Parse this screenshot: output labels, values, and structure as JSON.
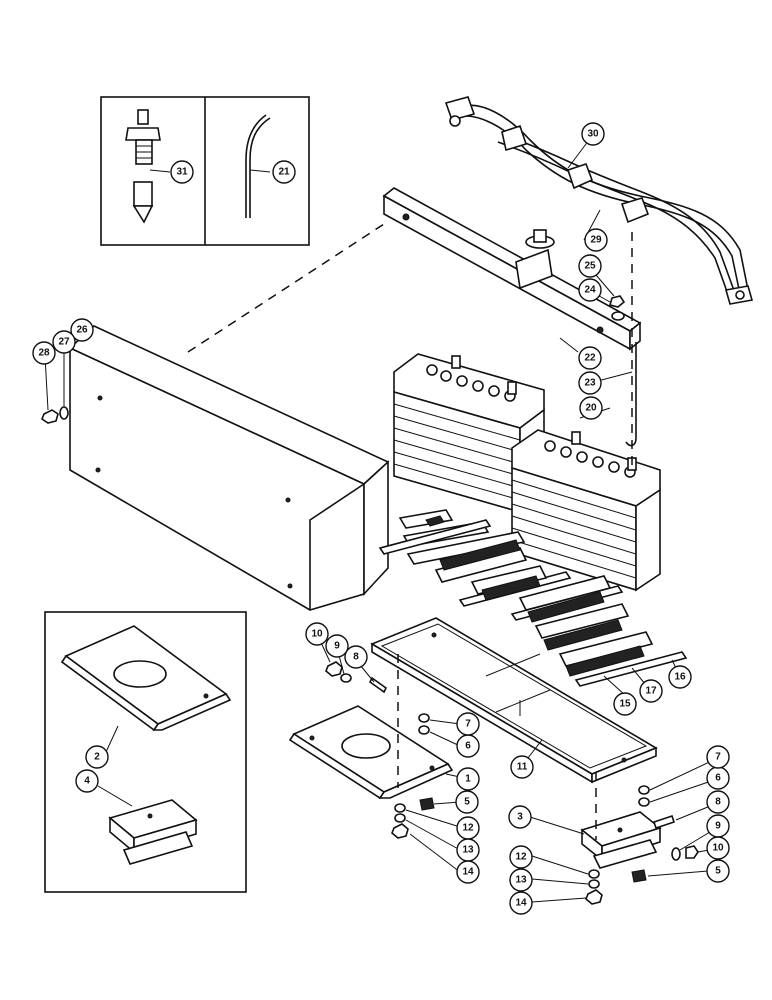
{
  "callouts": [
    {
      "id": "c1",
      "label": "1"
    },
    {
      "id": "c2",
      "label": "2"
    },
    {
      "id": "c3",
      "label": "3"
    },
    {
      "id": "c4",
      "label": "4"
    },
    {
      "id": "c5a",
      "label": "5"
    },
    {
      "id": "c5b",
      "label": "5"
    },
    {
      "id": "c6a",
      "label": "6"
    },
    {
      "id": "c6b",
      "label": "6"
    },
    {
      "id": "c7a",
      "label": "7"
    },
    {
      "id": "c7b",
      "label": "7"
    },
    {
      "id": "c8a",
      "label": "8"
    },
    {
      "id": "c8b",
      "label": "8"
    },
    {
      "id": "c9a",
      "label": "9"
    },
    {
      "id": "c9b",
      "label": "9"
    },
    {
      "id": "c10a",
      "label": "10"
    },
    {
      "id": "c10b",
      "label": "10"
    },
    {
      "id": "c11",
      "label": "11"
    },
    {
      "id": "c12a",
      "label": "12"
    },
    {
      "id": "c12b",
      "label": "12"
    },
    {
      "id": "c13a",
      "label": "13"
    },
    {
      "id": "c13b",
      "label": "13"
    },
    {
      "id": "c14a",
      "label": "14"
    },
    {
      "id": "c14b",
      "label": "14"
    },
    {
      "id": "c15",
      "label": "15"
    },
    {
      "id": "c16",
      "label": "16"
    },
    {
      "id": "c17",
      "label": "17"
    },
    {
      "id": "c20",
      "label": "20"
    },
    {
      "id": "c21",
      "label": "21"
    },
    {
      "id": "c22",
      "label": "22"
    },
    {
      "id": "c23",
      "label": "23"
    },
    {
      "id": "c24",
      "label": "24"
    },
    {
      "id": "c25",
      "label": "25"
    },
    {
      "id": "c26",
      "label": "26"
    },
    {
      "id": "c27",
      "label": "27"
    },
    {
      "id": "c28",
      "label": "28"
    },
    {
      "id": "c29",
      "label": "29"
    },
    {
      "id": "c30",
      "label": "30"
    },
    {
      "id": "c31",
      "label": "31"
    }
  ]
}
